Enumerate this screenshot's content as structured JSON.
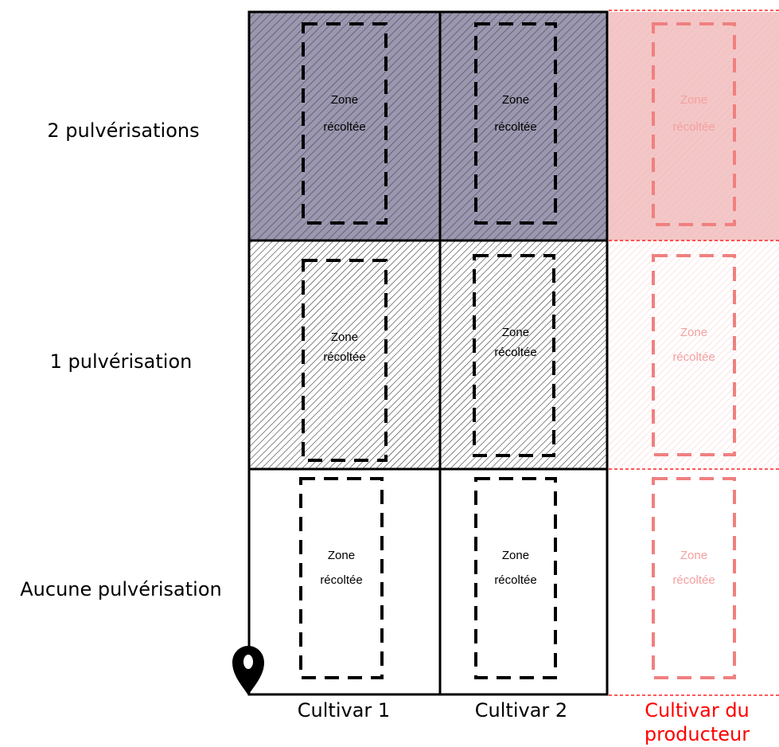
{
  "rows": [
    {
      "label": "2 pulvérisations"
    },
    {
      "label": "1 pulvérisation"
    },
    {
      "label": "Aucune pulvérisation"
    }
  ],
  "columns": [
    {
      "label": "Cultivar 1"
    },
    {
      "label": "Cultivar 2"
    },
    {
      "label_line1": "Cultivar du",
      "label_line2": "producteur"
    }
  ],
  "zone": {
    "line1": "Zone",
    "line2": "récoltée"
  },
  "colors": {
    "grid": "#000000",
    "heavy_fill": "#9c97b0",
    "producer": "#ff0000",
    "producer_zone": "#f08080",
    "producer_heavy_fill": "#f3c7c7"
  },
  "icons": {
    "origin": "location-pin-icon"
  }
}
